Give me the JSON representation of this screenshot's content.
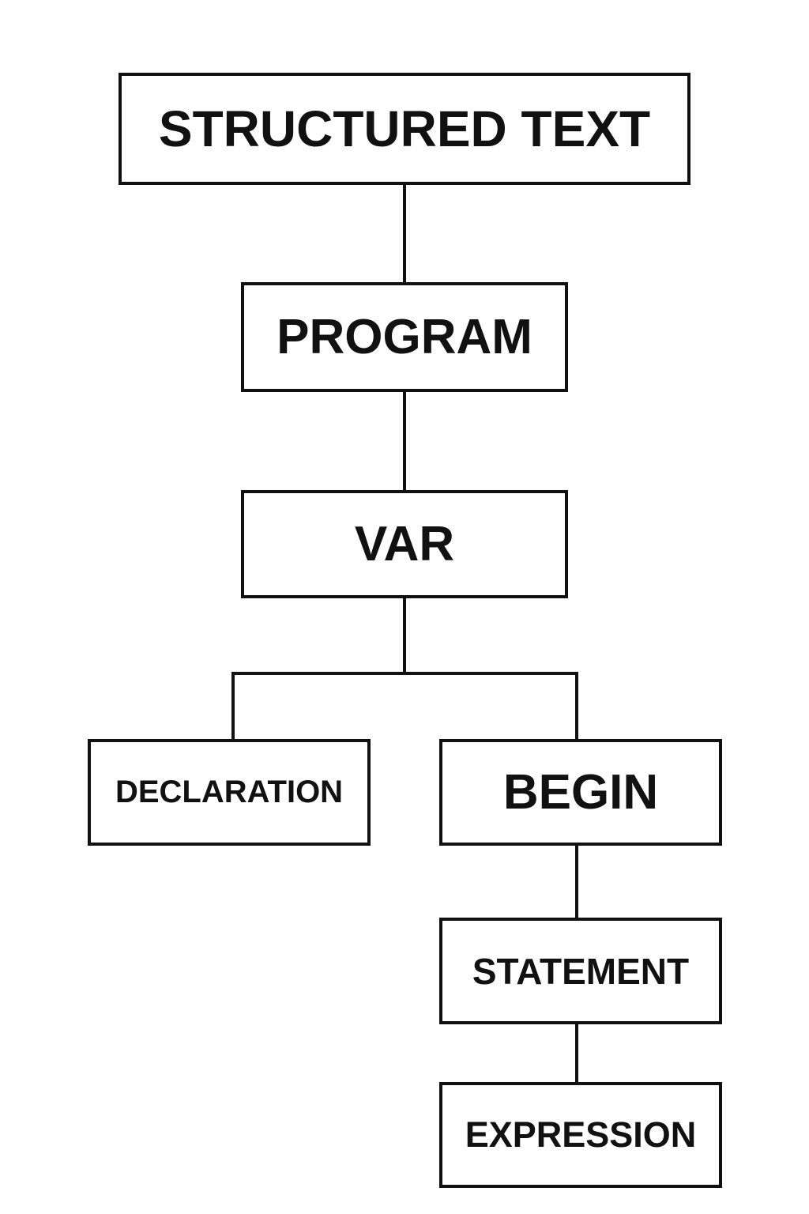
{
  "diagram": {
    "type": "tree",
    "nodes": [
      {
        "id": "root",
        "label": "STRUCTURED TEXT"
      },
      {
        "id": "program",
        "label": "PROGRAM"
      },
      {
        "id": "var",
        "label": "VAR"
      },
      {
        "id": "declaration",
        "label": "DECLARATION"
      },
      {
        "id": "begin",
        "label": "BEGIN"
      },
      {
        "id": "statement",
        "label": "STATEMENT"
      },
      {
        "id": "expression",
        "label": "EXPRESSION"
      }
    ],
    "edges": [
      [
        "root",
        "program"
      ],
      [
        "program",
        "var"
      ],
      [
        "var",
        "declaration"
      ],
      [
        "var",
        "begin"
      ],
      [
        "begin",
        "statement"
      ],
      [
        "statement",
        "expression"
      ]
    ],
    "colors": {
      "stroke": "#111111",
      "background": "#ffffff"
    }
  }
}
